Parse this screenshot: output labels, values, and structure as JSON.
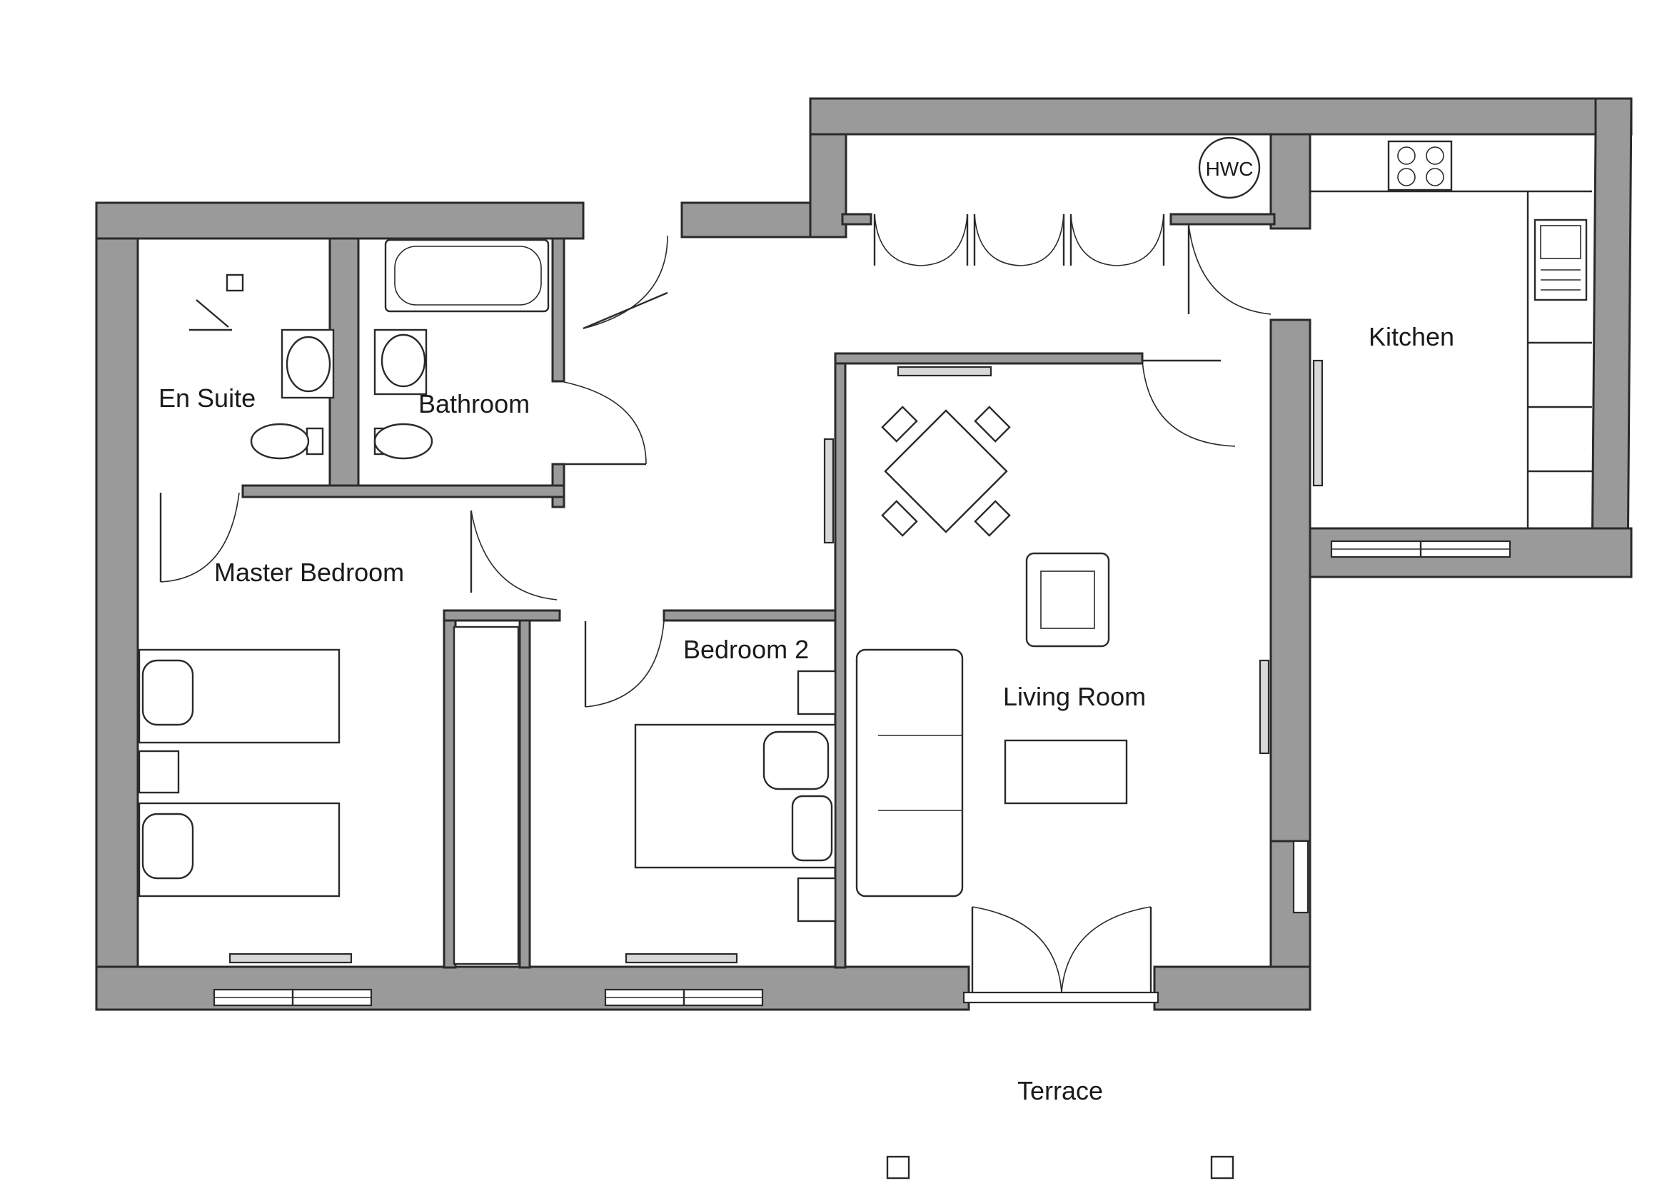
{
  "labels": {
    "en_suite": "En Suite",
    "bathroom": "Bathroom",
    "master_bedroom": "Master Bedroom",
    "bedroom_2": "Bedroom 2",
    "kitchen": "Kitchen",
    "living_room": "Living Room",
    "terrace": "Terrace",
    "hwc": "HWC"
  },
  "colors": {
    "wall_fill": "#9a9a9a",
    "line": "#2a2a2a",
    "background": "#ffffff"
  },
  "fixtures": {
    "bed_icon": "bed",
    "sofa_icon": "sofa",
    "dining_icon": "dining-table-with-four-chairs",
    "bath_icon": "bathtub",
    "wc_icon": "toilet",
    "sink_icon": "washbasin",
    "hob_icon": "hob",
    "kitchen_sink_icon": "kitchen-sink",
    "radiator_icon": "radiator"
  }
}
